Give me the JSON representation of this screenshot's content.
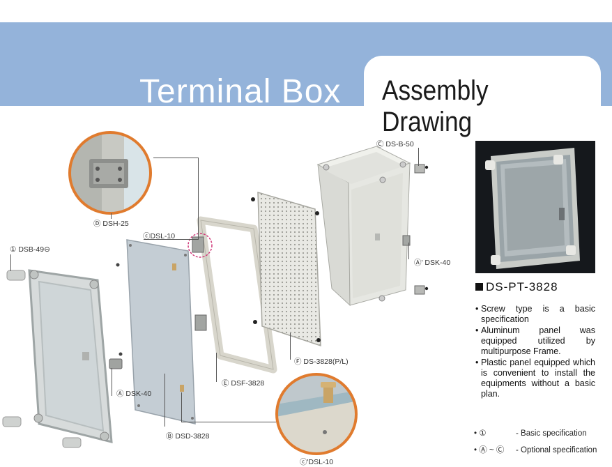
{
  "header": {
    "title_left": "Terminal Box",
    "title_right": "Assembly Drawing"
  },
  "labels": {
    "dsh25": "Ⓓ DSH-25",
    "dsl10": "ⓒDSL-10",
    "dsb49": "① DSB-49⊖",
    "dsk40": "Ⓐ DSK-40",
    "dsd3828": "Ⓑ DSD-3828",
    "dsf3828": "Ⓔ DSF-3828",
    "dsl10b": "ⓒ'DSL-10",
    "ds3828pl": "Ⓕ DS-3828(P/L)",
    "dsb50": "Ⓒ DS-B-50",
    "dsk40b": "Ⓐ' DSK-40"
  },
  "product": {
    "model": "DS-PT-3828",
    "specs": [
      "Screw type is a basic specification",
      "Aluminum panel was equipped utilized by multipurpose Frame.",
      "Plastic panel equipped which is convenient to install the equipments without a basic plan."
    ]
  },
  "legend": [
    {
      "symbol": "• ①",
      "text": "- Basic specification"
    },
    {
      "symbol": "• Ⓐ ~ Ⓒ",
      "text": "- Optional specification"
    }
  ],
  "colors": {
    "banner": "#94b3da",
    "callout_ring": "#e07b2e",
    "panel_gray": "#c4cdd4",
    "frame_beige": "#d8d6cc",
    "box_light": "#e6e7e2"
  }
}
